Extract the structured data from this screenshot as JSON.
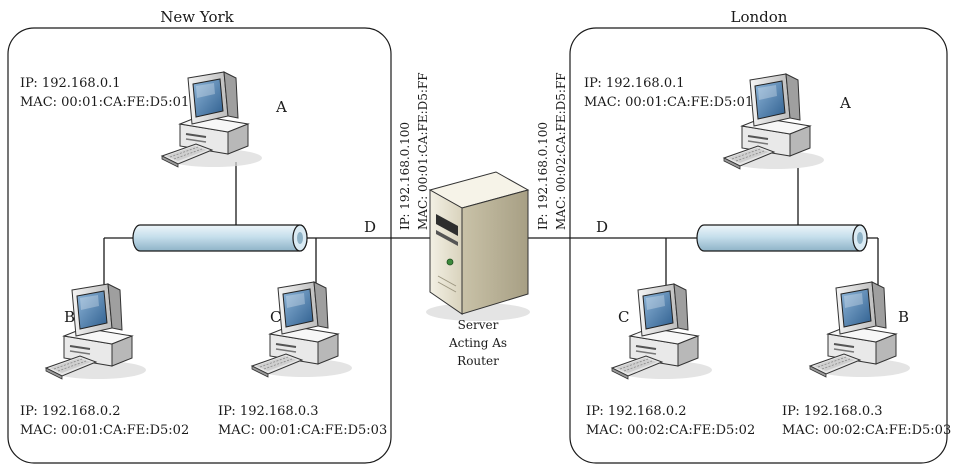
{
  "networks": {
    "left": {
      "title": "New York",
      "hosts": {
        "a": {
          "letter": "A",
          "ip": "IP: 192.168.0.1",
          "mac": "MAC: 00:01:CA:FE:D5:01"
        },
        "b": {
          "letter": "B",
          "ip": "IP: 192.168.0.2",
          "mac": "MAC: 00:01:CA:FE:D5:02"
        },
        "c": {
          "letter": "C",
          "ip": "IP: 192.168.0.3",
          "mac": "MAC: 00:01:CA:FE:D5:03"
        }
      },
      "router_port": "D"
    },
    "right": {
      "title": "London",
      "hosts": {
        "a": {
          "letter": "A",
          "ip": "IP: 192.168.0.1",
          "mac": "MAC: 00:01:CA:FE:D5:01"
        },
        "c": {
          "letter": "C",
          "ip": "IP: 192.168.0.2",
          "mac": "MAC: 00:02:CA:FE:D5:02"
        },
        "b": {
          "letter": "B",
          "ip": "IP: 192.168.0.3",
          "mac": "MAC: 00:02:CA:FE:D5:03"
        }
      },
      "router_port": "D"
    }
  },
  "router": {
    "caption_lines": [
      "Server",
      "Acting As",
      "Router"
    ],
    "left_interface": {
      "ip": "IP: 192.168.0.100",
      "mac": "MAC: 00:01:CA:FE:D5:FF"
    },
    "right_interface": {
      "ip": "IP: 192.168.0.100",
      "mac": "MAC: 00:02:CA:FE:D5:FF"
    }
  },
  "icons": {
    "host": "desktop-computer-icon",
    "server": "server-tower-icon",
    "bus": "network-bus-cylinder"
  },
  "colors": {
    "bus_fill": "#cfe3ee",
    "border": "#1a1a1a"
  }
}
